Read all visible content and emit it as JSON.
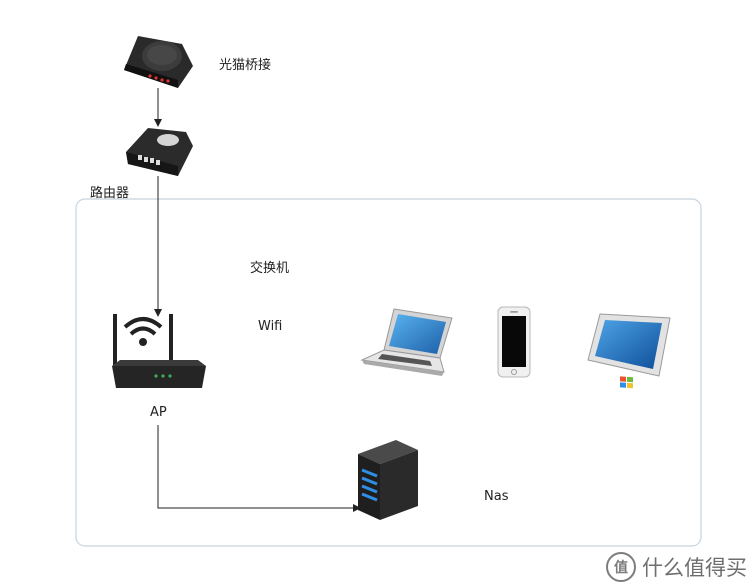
{
  "nodes": {
    "modem": "光猫桥接",
    "router": "路由器",
    "switch": "交换机",
    "wifi": "Wifi",
    "ap": "AP",
    "nas": "Nas"
  },
  "watermark": {
    "badge": "值",
    "text": "什么值得买"
  }
}
